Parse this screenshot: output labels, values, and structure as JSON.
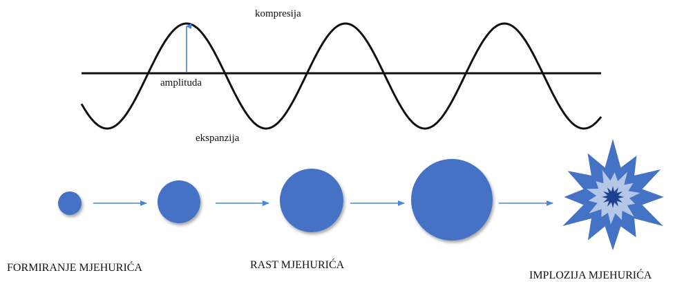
{
  "wave": {
    "compression_label": "kompresija",
    "amplitude_label": "amplituda",
    "expansion_label": "ekspanzija",
    "wave_color": "#111111",
    "axis_color": "#111111",
    "amplitude_arrow_color": "#4a86d8"
  },
  "stages": {
    "formation_label": "FORMIRANJE MJEHURIĆA",
    "growth_label": "RAST MJEHURIĆA",
    "implosion_label": "IMPLOZIJA MJEHURIĆA",
    "bubble_color": "#4472c4",
    "arrow_color": "#4a86d8",
    "burst_outer_color": "#4472c4",
    "burst_middle_color": "#b4c7e7",
    "burst_inner_color": "#1f3f8f"
  }
}
